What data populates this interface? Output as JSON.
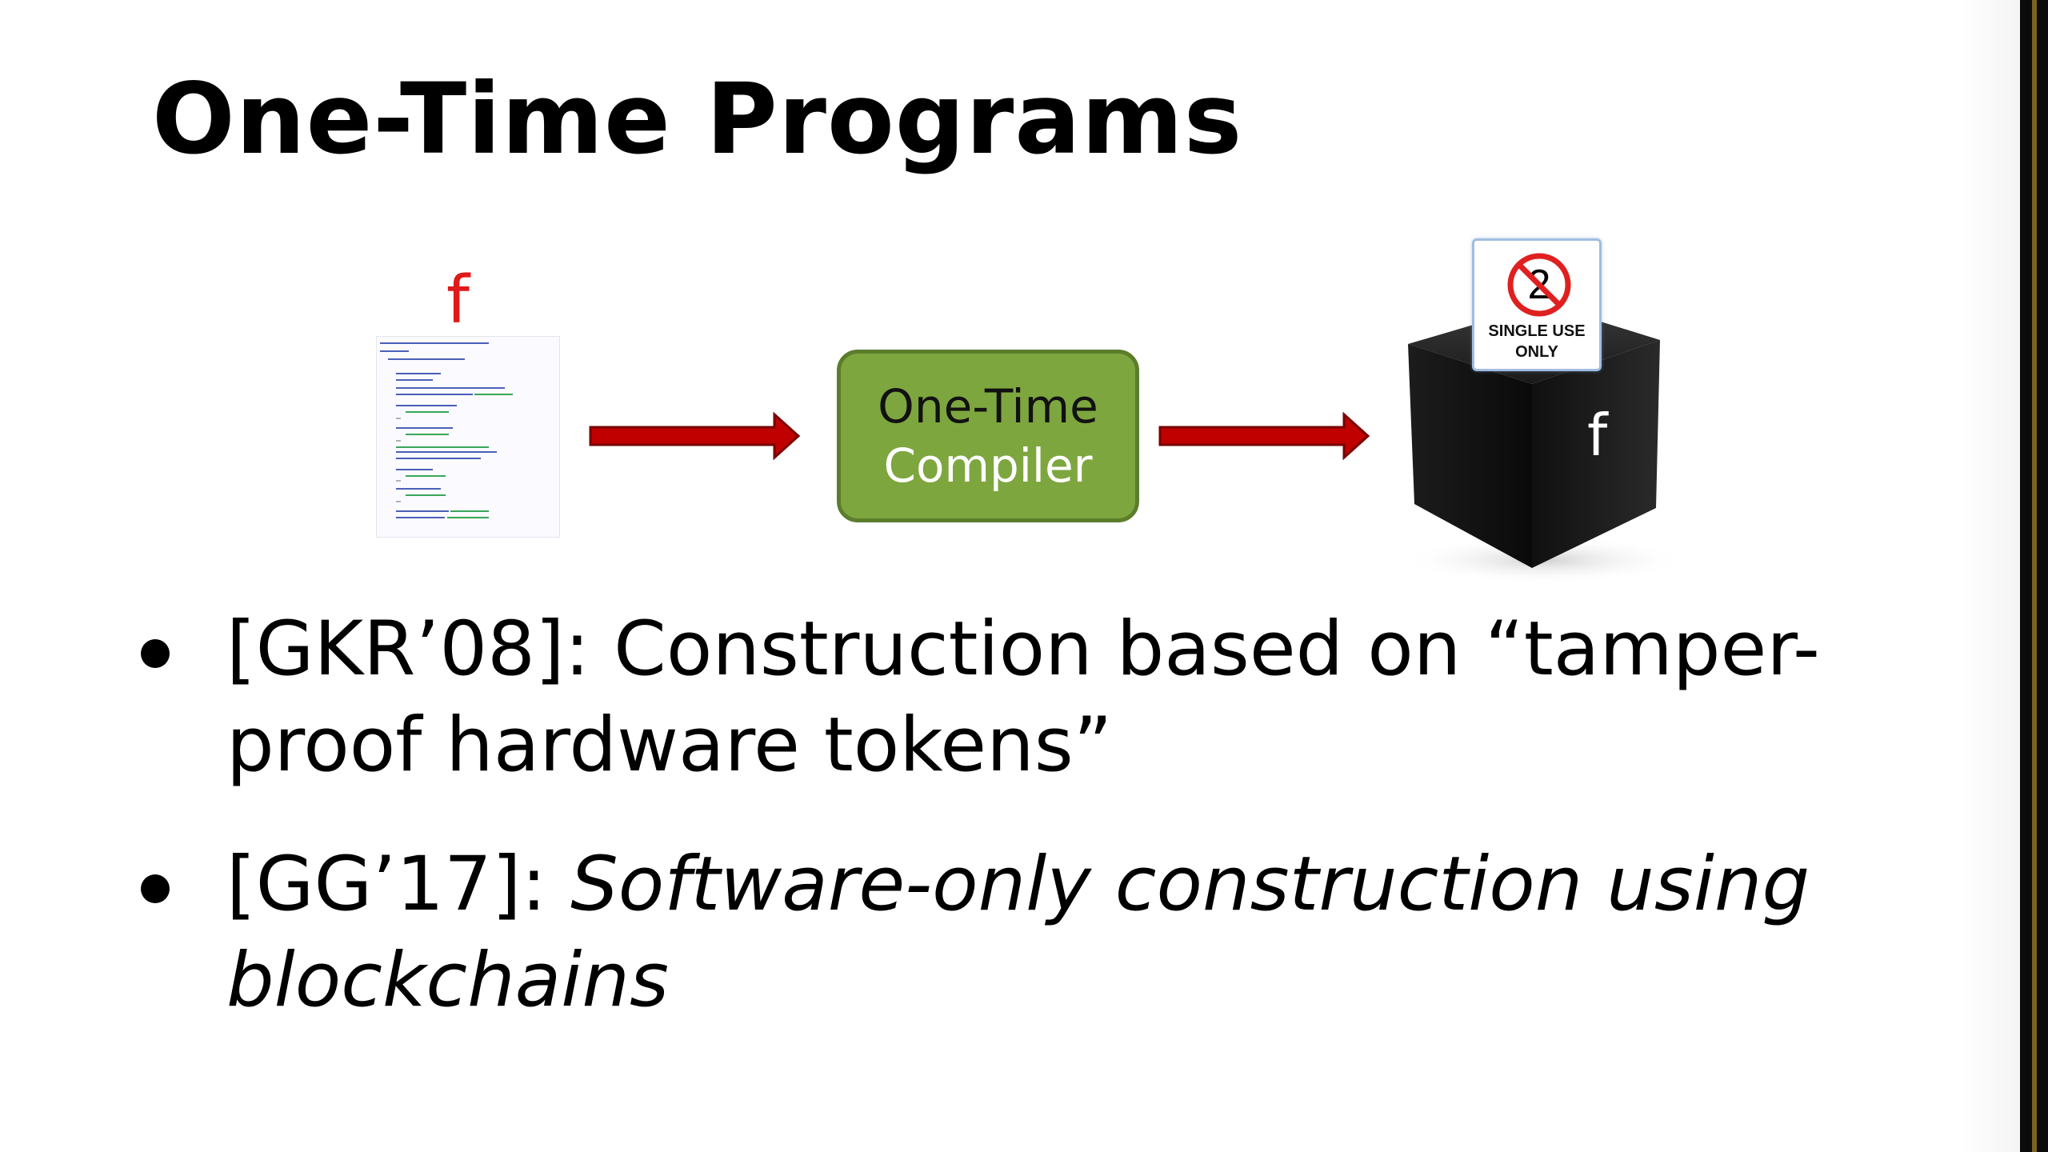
{
  "slide": {
    "title": "One-Time Programs",
    "diagram": {
      "input_label": "f",
      "compiler_line1": "One-Time",
      "compiler_line2": "Compiler",
      "sign_line1": "SINGLE USE",
      "sign_line2": "ONLY",
      "sign_icon": "no-two-icon",
      "output_label": "f",
      "colors": {
        "arrow": "#c00000",
        "compiler": "#7ea63f",
        "input_label": "#e01a1a"
      }
    },
    "bullets": [
      {
        "lines": [
          "[GKR’08]: Construction based on “tamper-",
          "proof hardware tokens”"
        ]
      },
      {
        "prefix": "[GG’17]: ",
        "italic_line1": "Software-only construction using",
        "italic_line2": "blockchains"
      }
    ]
  }
}
